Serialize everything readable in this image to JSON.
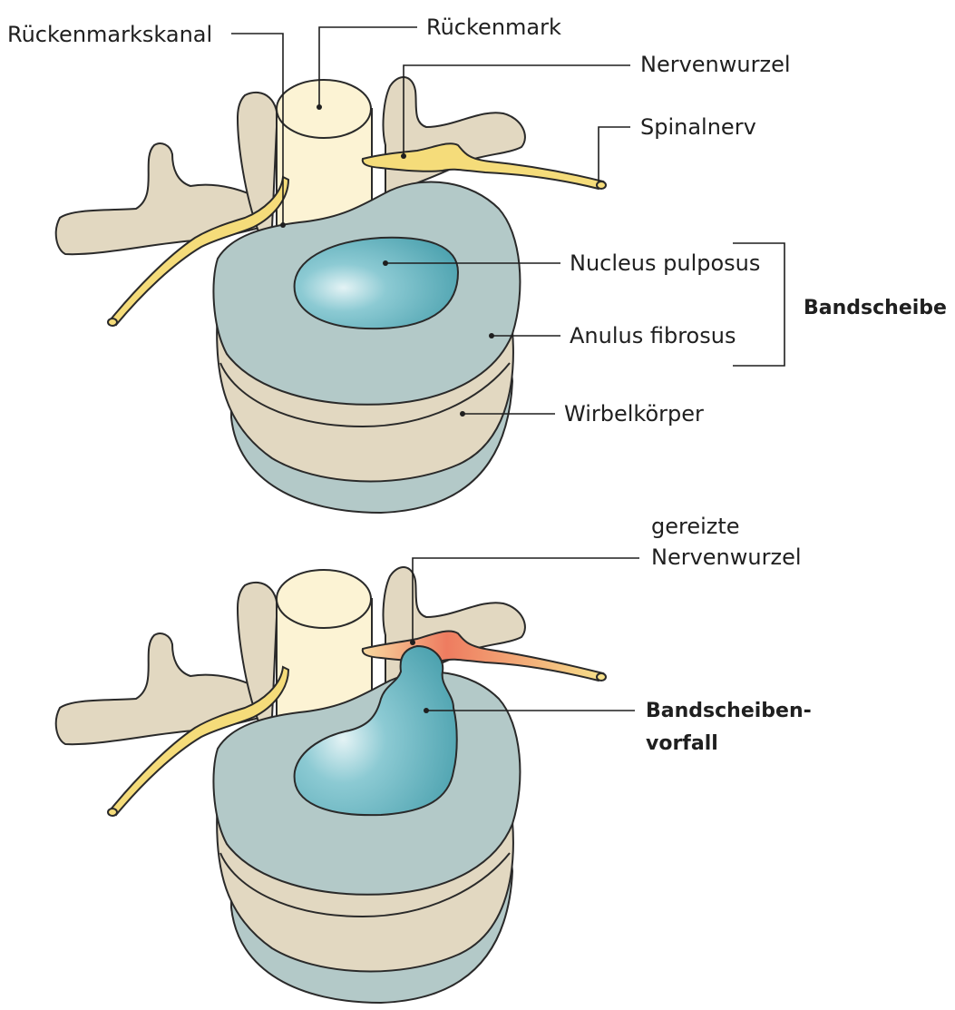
{
  "diagram": {
    "top": {
      "labels": {
        "spinal_canal": "Rückenmarkskanal",
        "spinal_cord": "Rückenmark",
        "nerve_root": "Nervenwurzel",
        "spinal_nerve": "Spinalnerv",
        "nucleus": "Nucleus pulposus",
        "anulus": "Anulus fibrosus",
        "disc_group": "Bandscheibe",
        "vertebral_body": "Wirbelkörper"
      }
    },
    "bottom": {
      "labels": {
        "irritated_root_line1": "gereizte",
        "irritated_root_line2": "Nervenwurzel",
        "herniation_line1": "Bandscheiben-",
        "herniation_line2": "vorfall"
      }
    },
    "colors": {
      "bone": "#e2d8c1",
      "bone_dark": "#d2c6aa",
      "disc": "#b3c9c8",
      "nucleus": "#5cacb8",
      "cord": "#fcf3d4",
      "nerve": "#f5dc7a",
      "irritated": "#ef8463",
      "outline": "#2a2a2a"
    }
  }
}
